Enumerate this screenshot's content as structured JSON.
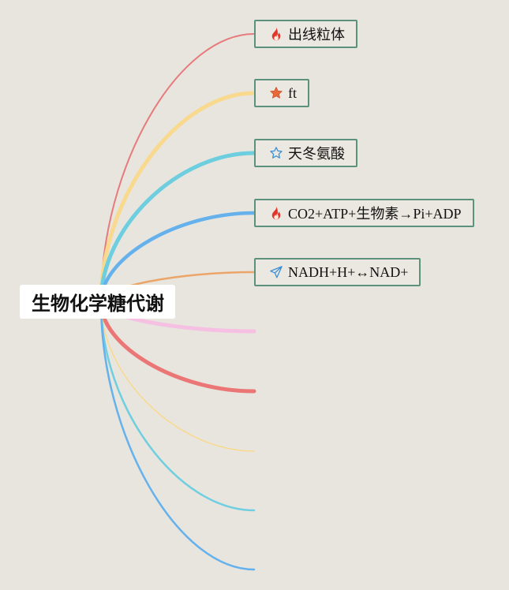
{
  "root": {
    "label": "生物化学糖代谢"
  },
  "branches": [
    {
      "label": "出线粒体",
      "icon": "fire-icon",
      "color": "#e67a7c"
    },
    {
      "label": "ft",
      "icon": "star-icon",
      "color": "#f8d98d"
    },
    {
      "label": "天冬氨酸",
      "icon": "star-outline-icon",
      "color": "#6ccede"
    },
    {
      "label": "CO2+ATP+生物素→Pi+ADP",
      "icon": "fire-icon",
      "color": "#64b1ec"
    },
    {
      "label": "NADH+H+↔NAD+",
      "icon": "send-icon",
      "color": "#eca568"
    },
    {
      "color": "#f5c0e2"
    },
    {
      "color": "#eb7676"
    },
    {
      "color": "#f8d98e"
    },
    {
      "color": "#6fcfe0"
    },
    {
      "color": "#65b1ec"
    }
  ],
  "theme": {
    "background": "#e8e5de",
    "node_border": "#5b917d",
    "root_fill": "#ffffff",
    "icon_red": "#e3352b",
    "icon_orange": "#e8683a",
    "icon_blue": "#3a8fd6"
  }
}
